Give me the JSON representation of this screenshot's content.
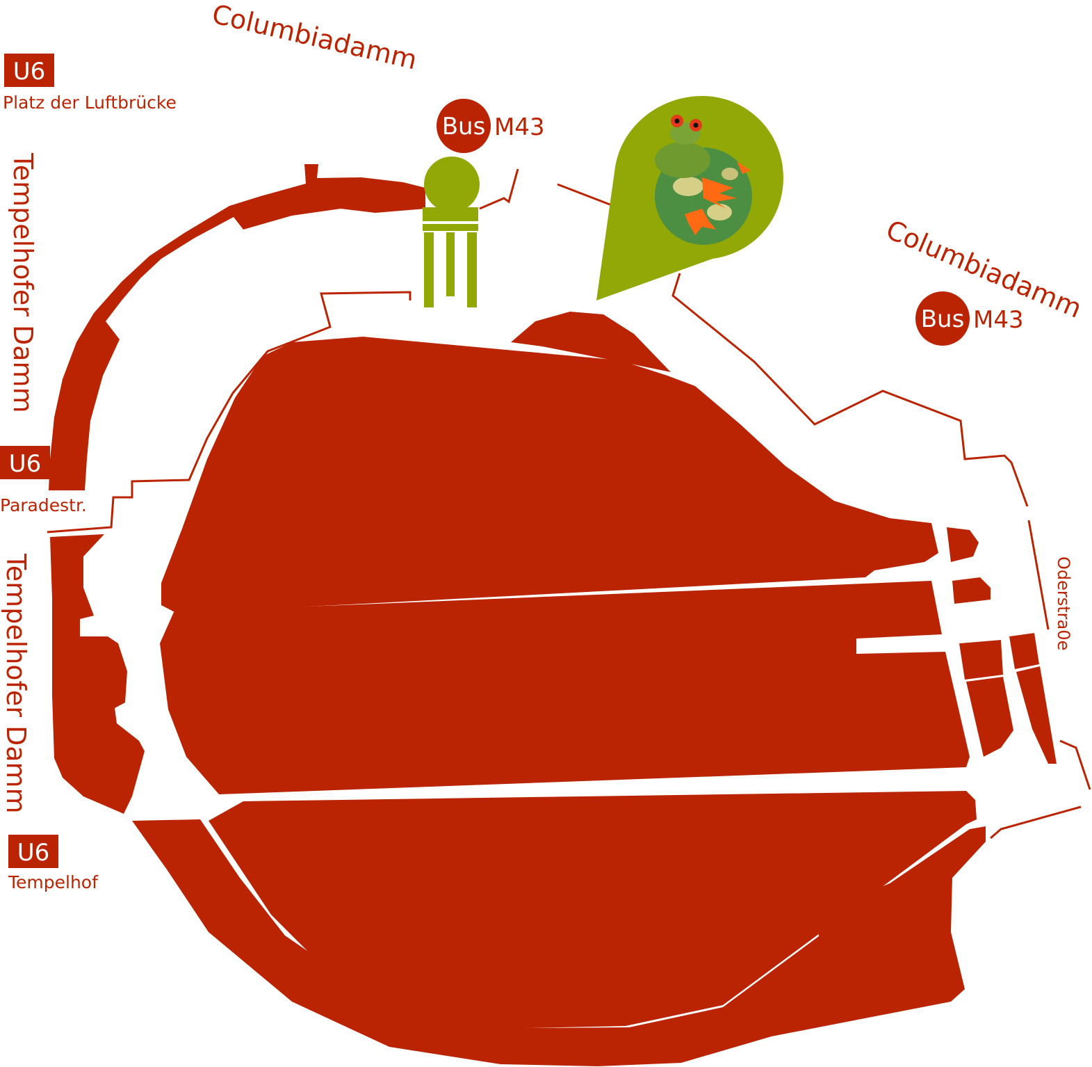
{
  "colors": {
    "map_red": "#bb2402",
    "accent_green": "#92a806",
    "background": "#ffffff"
  },
  "streets": {
    "columbiadamm_top": "Columbiadamm",
    "columbiadamm_right": "Columbiadamm",
    "tempelhofer_damm_upper": "Tempelhofer Damm",
    "tempelhofer_damm_lower": "Tempelhofer Damm",
    "oderstrasse": "Oderstra0e"
  },
  "u6_stations": [
    {
      "badge": "U6",
      "name": "Platz der Luftbrücke"
    },
    {
      "badge": "U6",
      "name": "Paradestr."
    },
    {
      "badge": "U6",
      "name": "Tempelhof"
    }
  ],
  "bus_stops": [
    {
      "badge": "Bus",
      "line": "M43"
    },
    {
      "badge": "Bus",
      "line": "M43"
    }
  ],
  "icons": {
    "entrance_marker": "person-entrance-icon",
    "location_pin": "frog-globe-pin-icon"
  }
}
